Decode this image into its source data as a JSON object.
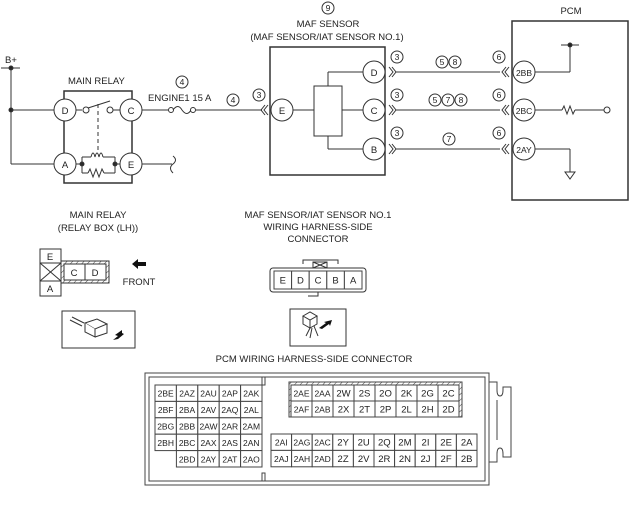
{
  "diagram": {
    "supply_label": "B+",
    "main_relay": {
      "title": "MAIN RELAY",
      "terminals": [
        "D",
        "C",
        "A",
        "E"
      ]
    },
    "fuse": {
      "label": "ENGINE1 15 A",
      "callouts": [
        "4",
        "4"
      ]
    },
    "maf_sensor": {
      "callout": "9",
      "title": "MAF SENSOR",
      "subtitle": "(MAF SENSOR/IAT SENSOR NO.1)",
      "input_terminal": "E",
      "input_callout": "3",
      "terminals": [
        "D",
        "C",
        "B"
      ],
      "terminal_callouts": [
        "3",
        "3",
        "3"
      ]
    },
    "wires": [
      {
        "from": "D",
        "to": "2BB",
        "callouts": [
          "5",
          "8"
        ]
      },
      {
        "from": "C",
        "to": "2BC",
        "callouts": [
          "5",
          "7",
          "8"
        ]
      },
      {
        "from": "B",
        "to": "2AY",
        "callouts": [
          "7"
        ]
      }
    ],
    "pcm": {
      "title": "PCM",
      "terminals": [
        "2BB",
        "2BC",
        "2AY"
      ],
      "terminal_callouts": [
        "6",
        "6",
        "6"
      ]
    }
  },
  "relay_connector": {
    "title_line1": "MAIN RELAY",
    "title_line2": "(RELAY BOX (LH))",
    "pins": {
      "top": "E",
      "bottom": "A",
      "right": [
        "C",
        "D"
      ]
    },
    "front_label": "FRONT"
  },
  "maf_connector": {
    "title_line1": "MAF SENSOR/IAT SENSOR NO.1",
    "title_line2": "WIRING HARNESS-SIDE",
    "title_line3": "CONNECTOR",
    "pins": [
      "E",
      "D",
      "C",
      "B",
      "A"
    ]
  },
  "pcm_connector": {
    "title": "PCM WIRING HARNESS-SIDE CONNECTOR",
    "left_block": [
      [
        "2BE",
        "2AZ",
        "2AU",
        "2AP",
        "2AK"
      ],
      [
        "2BF",
        "2BA",
        "2AV",
        "2AQ",
        "2AL"
      ],
      [
        "2BG",
        "2BB",
        "2AW",
        "2AR",
        "2AM"
      ],
      [
        "2BH",
        "2BC",
        "2AX",
        "2AS",
        "2AN"
      ],
      [
        "",
        "2BD",
        "2AY",
        "2AT",
        "2AO"
      ]
    ],
    "top_right_block": [
      [
        "2AE",
        "2AA",
        "2W",
        "2S",
        "2O",
        "2K",
        "2G",
        "2C"
      ],
      [
        "2AF",
        "2AB",
        "2X",
        "2T",
        "2P",
        "2L",
        "2H",
        "2D"
      ]
    ],
    "bottom_right_block": [
      [
        "2AI",
        "2AG",
        "2AC",
        "2Y",
        "2U",
        "2Q",
        "2M",
        "2I",
        "2E",
        "2A"
      ],
      [
        "2AJ",
        "2AH",
        "2AD",
        "2Z",
        "2V",
        "2R",
        "2N",
        "2J",
        "2F",
        "2B"
      ]
    ]
  }
}
